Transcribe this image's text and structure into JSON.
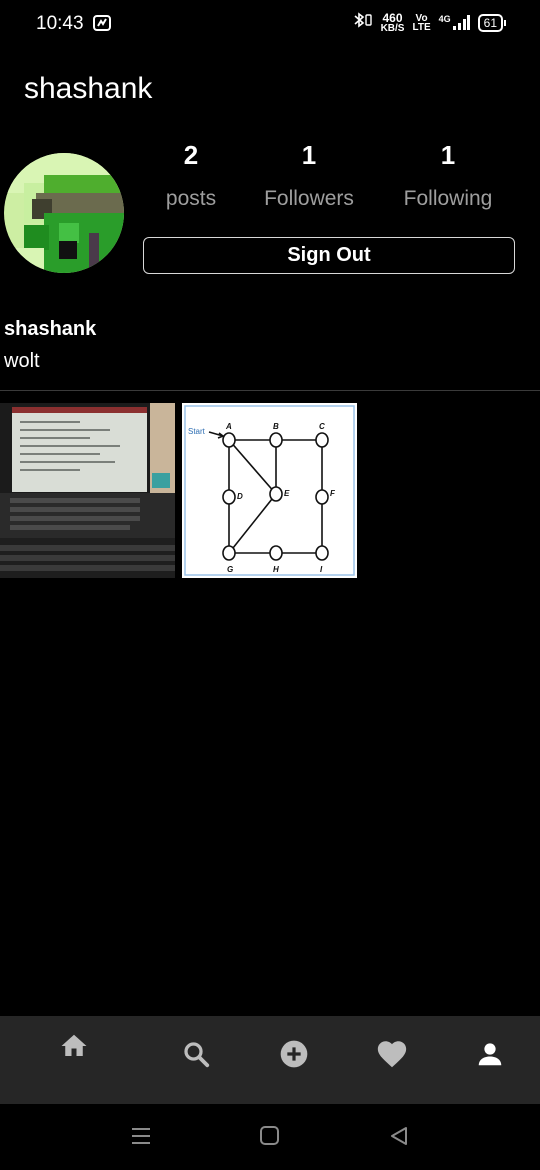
{
  "status_bar": {
    "time": "10:43",
    "net_speed_value": "460",
    "net_speed_unit": "KB/S",
    "volte_top": "Vo",
    "volte_bottom": "LTE",
    "network": "4G",
    "battery": "61"
  },
  "header": {
    "username": "shashank"
  },
  "profile": {
    "stats": [
      {
        "value": "2",
        "label": "posts"
      },
      {
        "value": "1",
        "label": "Followers"
      },
      {
        "value": "1",
        "label": "Following"
      }
    ],
    "sign_out_label": "Sign Out",
    "display_name": "shashank",
    "bio": "wolt"
  },
  "posts": {
    "graph_labels": {
      "start": "Start",
      "a": "A",
      "b": "B",
      "c": "C",
      "d": "D",
      "e": "E",
      "f": "F",
      "g": "G",
      "h": "H",
      "i": "I"
    }
  },
  "bottom_nav": {
    "items": [
      "home-icon",
      "search-icon",
      "add-icon",
      "heart-icon",
      "profile-icon"
    ]
  },
  "system_nav": {
    "items": [
      "menu-icon",
      "home-square-icon",
      "back-icon"
    ]
  },
  "colors": {
    "background": "#000000",
    "nav_bar": "#262626",
    "muted_text": "#9e9e9e",
    "border": "#d8d8d8"
  }
}
